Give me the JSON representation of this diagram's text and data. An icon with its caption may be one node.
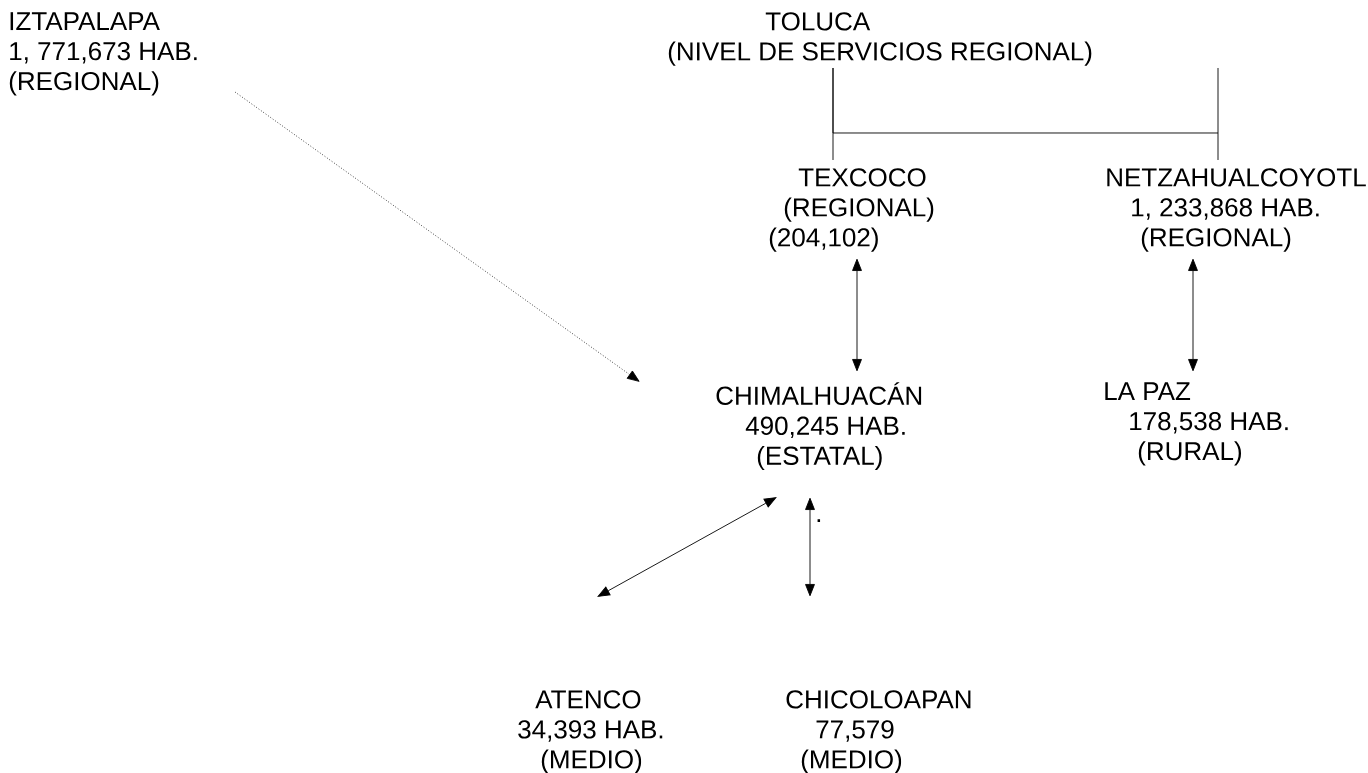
{
  "diagram": {
    "nodes": [
      {
        "text": [
          "IZTAPALAPA",
          "1, 771,673 HAB.",
          "(REGIONAL)"
        ]
      },
      {
        "text": [
          "TOLUCA",
          "(NIVEL DE SERVICIOS REGIONAL)"
        ]
      },
      {
        "text": [
          "TEXCOCO",
          "(REGIONAL)",
          "(204,102)"
        ]
      },
      {
        "text": [
          "NETZAHUALCOYOTL",
          "1, 233,868 HAB.",
          "(REGIONAL)"
        ]
      },
      {
        "text": [
          "CHIMALHUACÁN",
          "490,245 HAB.",
          "(ESTATAL)"
        ]
      },
      {
        "text": [
          "LA PAZ",
          "178,538 HAB.",
          "(RURAL)"
        ]
      },
      {
        "text": [
          "ATENCO",
          "34,393 HAB.",
          "(MEDIO)"
        ]
      },
      {
        "text": [
          "CHICOLOAPAN",
          "77,579",
          "(MEDIO)"
        ]
      }
    ],
    "edges": [
      {
        "from": 0,
        "to": 4,
        "arrow": "to",
        "style": "dashed"
      },
      {
        "from": 1,
        "to": 2,
        "arrow": "none"
      },
      {
        "from": 1,
        "to": 3,
        "arrow": "none"
      },
      {
        "from": 2,
        "to": 4,
        "arrow": "both"
      },
      {
        "from": 3,
        "to": 5,
        "arrow": "both"
      },
      {
        "from": 4,
        "to": 6,
        "arrow": "both"
      },
      {
        "from": 4,
        "to": 7,
        "arrow": "both"
      }
    ],
    "labels": [
      "."
    ]
  }
}
